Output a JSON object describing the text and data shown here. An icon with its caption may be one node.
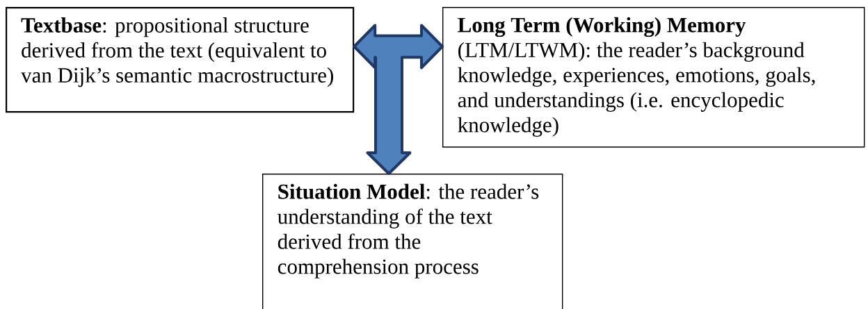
{
  "diagram": {
    "nodes": [
      {
        "text": [
          "**Textbase**: propositional structure derived from the text (equivalent to van Dijk’s semantic macrostructure)"
        ]
      },
      {
        "text": [
          "Long Term (Working) Memory",
          "(LTM/LTWM): the reader’s background knowledge, experiences, emotions, goals, and understandings (i.e. encyclopedic knowledge)"
        ]
      },
      {
        "text": [
          "**Situation Model**: the reader’s understanding of the text derived from the comprehension process"
        ]
      }
    ],
    "edges": [
      {
        "from": 0,
        "to": 1,
        "arrow": "both"
      },
      {
        "from": 0,
        "to": 2,
        "arrow": "to"
      },
      {
        "from": 1,
        "to": 2,
        "arrow": "to"
      }
    ]
  }
}
